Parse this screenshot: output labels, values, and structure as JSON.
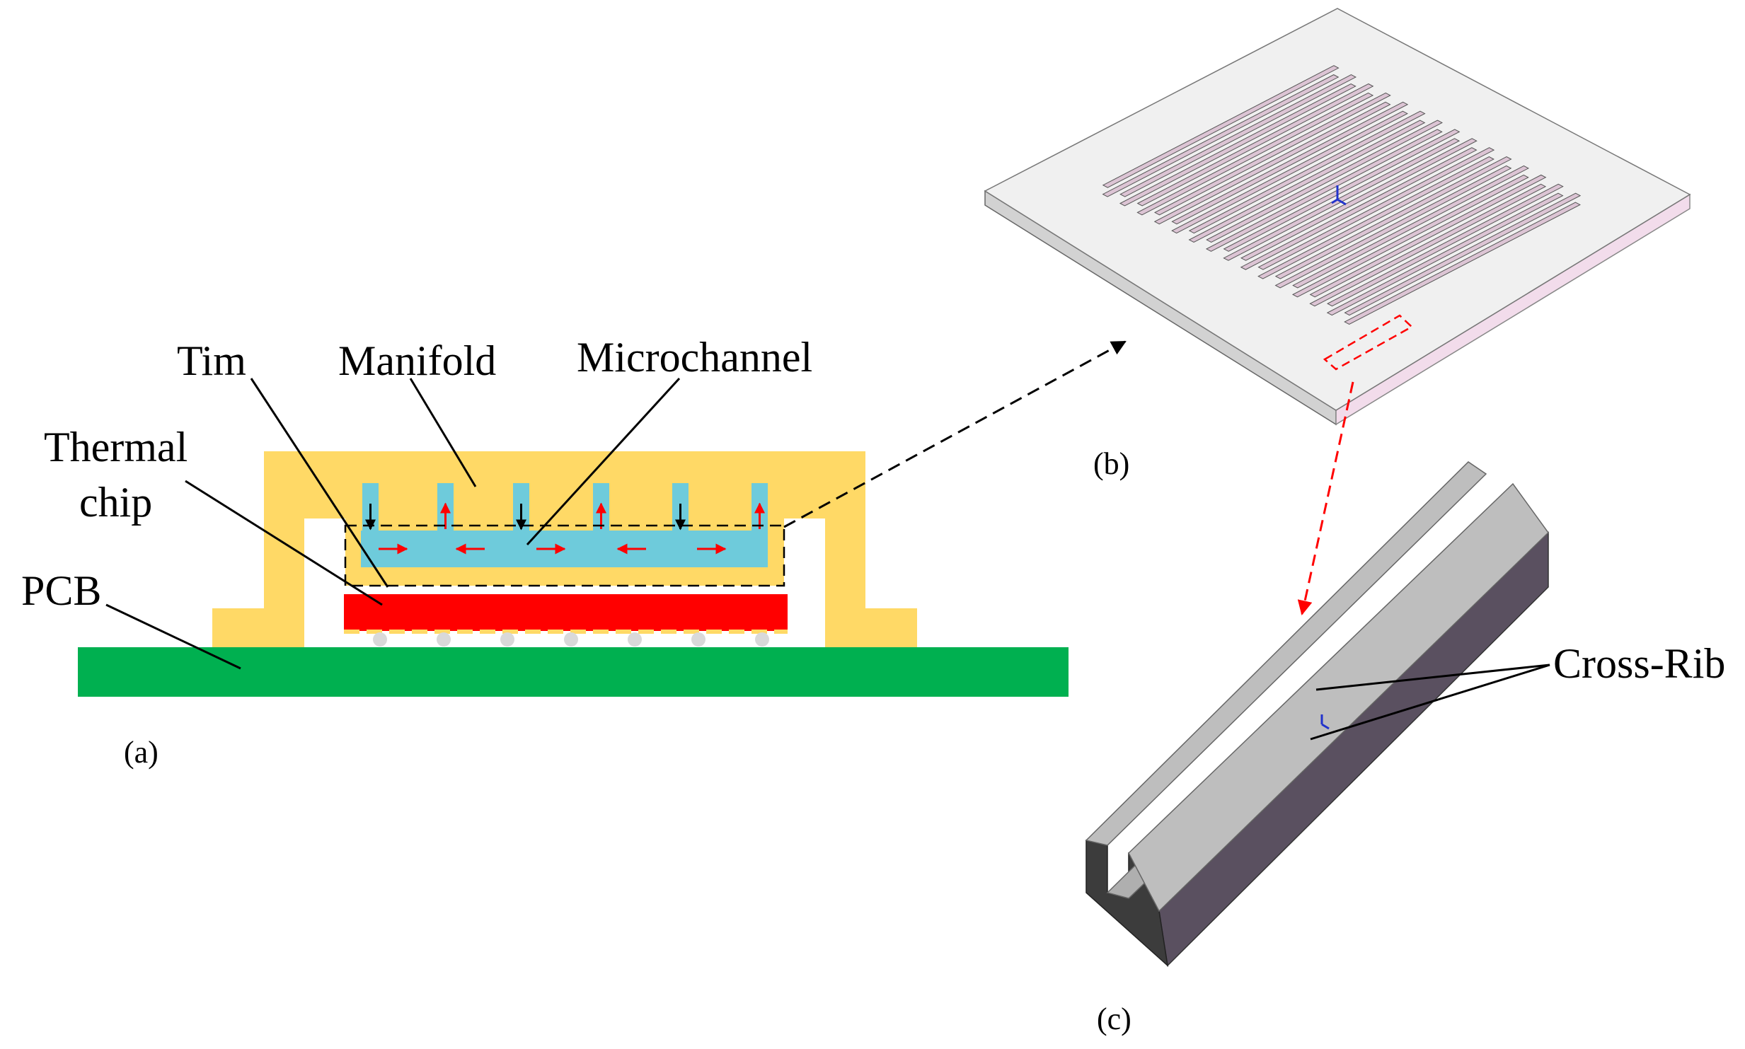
{
  "labels": {
    "tim": "Tim",
    "manifold": "Manifold",
    "microchannel": "Microchannel",
    "thermal_line1": "Thermal",
    "thermal_line2": "chip",
    "pcb": "PCB",
    "cross_rib": "Cross-Rib"
  },
  "captions": {
    "a": "(a)",
    "b": "(b)",
    "c": "(c)"
  },
  "colors": {
    "pcb": "#00B050",
    "manifold": "#FFD966",
    "coolant": "#6ECBDB",
    "chip": "#FF0000",
    "arrow_in": "#000000",
    "arrow_out": "#FF0000",
    "plate_top": "#F0F0F0",
    "plate_right": "#F2DCEB",
    "plate_front": "#D2D2D2",
    "channel": "#DCC4D4",
    "rib_top": "#BEBEBE",
    "rib_side": "#5A5060",
    "highlight": "#FF0000"
  },
  "manifold_ports": [
    {
      "flow": "in"
    },
    {
      "flow": "out"
    },
    {
      "flow": "in"
    },
    {
      "flow": "out"
    },
    {
      "flow": "in"
    },
    {
      "flow": "out"
    }
  ],
  "channel_flow": [
    "right",
    "left",
    "right",
    "left",
    "right"
  ],
  "solder_ball_count": 7
}
